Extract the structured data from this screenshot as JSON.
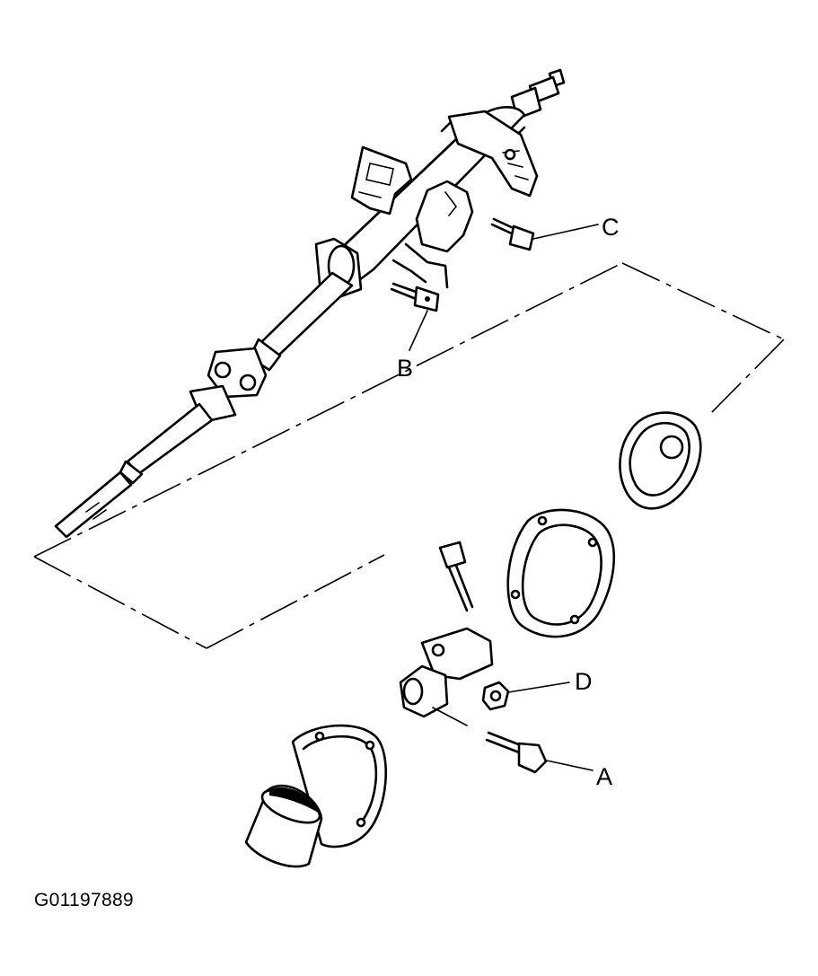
{
  "figure_id": "G01197889",
  "callouts": {
    "a": "A",
    "b": "B",
    "c": "C",
    "d": "D"
  },
  "colors": {
    "ink": "#000000",
    "background": "#ffffff"
  }
}
